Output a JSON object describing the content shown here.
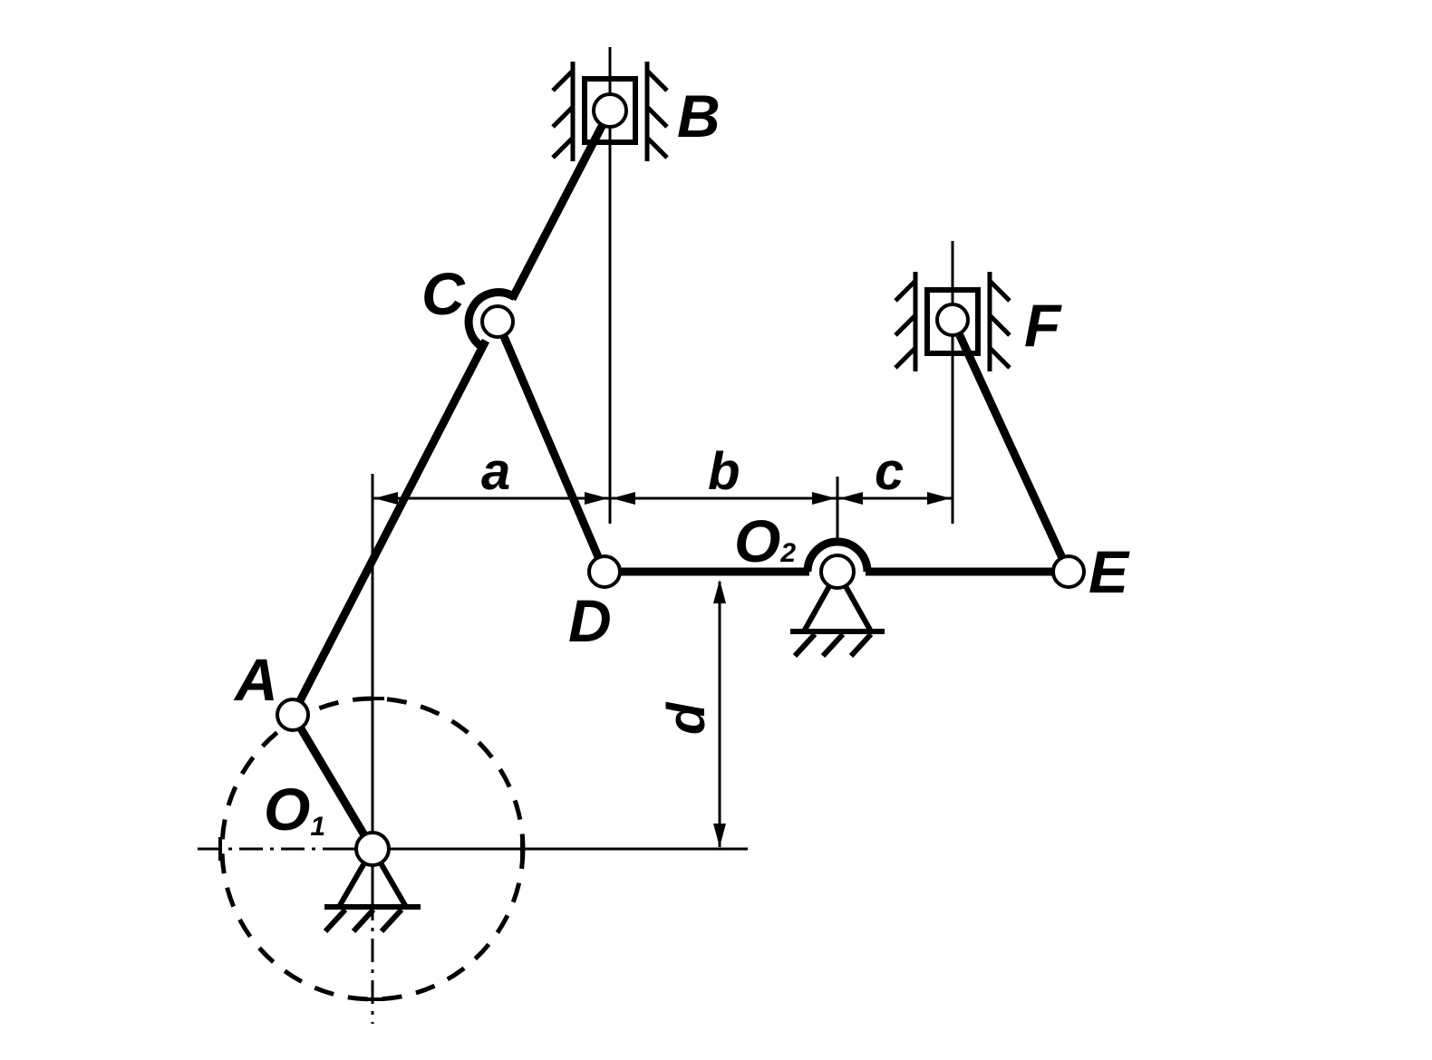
{
  "points": {
    "A": "A",
    "B": "B",
    "C": "C",
    "D": "D",
    "E": "E",
    "F": "F",
    "O1": {
      "letter": "O",
      "subscript": "1"
    },
    "O2": {
      "letter": "O",
      "subscript": "2"
    }
  },
  "dimensions": {
    "a": "a",
    "b": "b",
    "c": "c",
    "d": "d"
  }
}
